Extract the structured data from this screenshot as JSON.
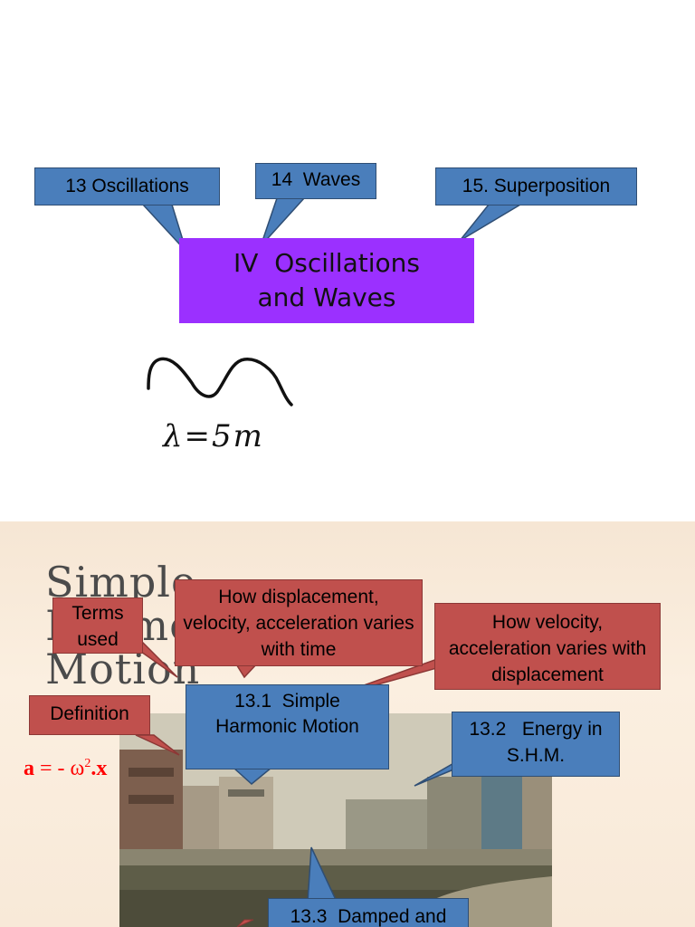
{
  "slide1": {
    "callouts": {
      "oscillations": "13 Oscillations",
      "waves": "14  Waves",
      "superposition": "15. Superposition"
    },
    "main_box": {
      "line1": "IV  Oscillations",
      "line2": "and Waves"
    },
    "handwriting": "λ=5m"
  },
  "slide2": {
    "background_title": [
      "Simple",
      "Harmonic",
      "Motion"
    ],
    "formula": {
      "a": "a",
      "mid": " = - ω",
      "sup": "2",
      "x": ".x"
    },
    "callouts": {
      "terms": "Terms used",
      "displacement": "How displacement, velocity, acceleration varies with time",
      "velocity": "How velocity, acceleration varies with displacement",
      "definition": "Definition",
      "shm": "13.1  Simple Harmonic Motion",
      "energy": "13.2   Energy in S.H.M.",
      "damped": "13.3  Damped and"
    }
  },
  "colors": {
    "callout_blue": "#4a7ebb",
    "callout_red": "#c0504d",
    "main_purple": "#9b30ff",
    "formula_red": "#ff0000"
  }
}
